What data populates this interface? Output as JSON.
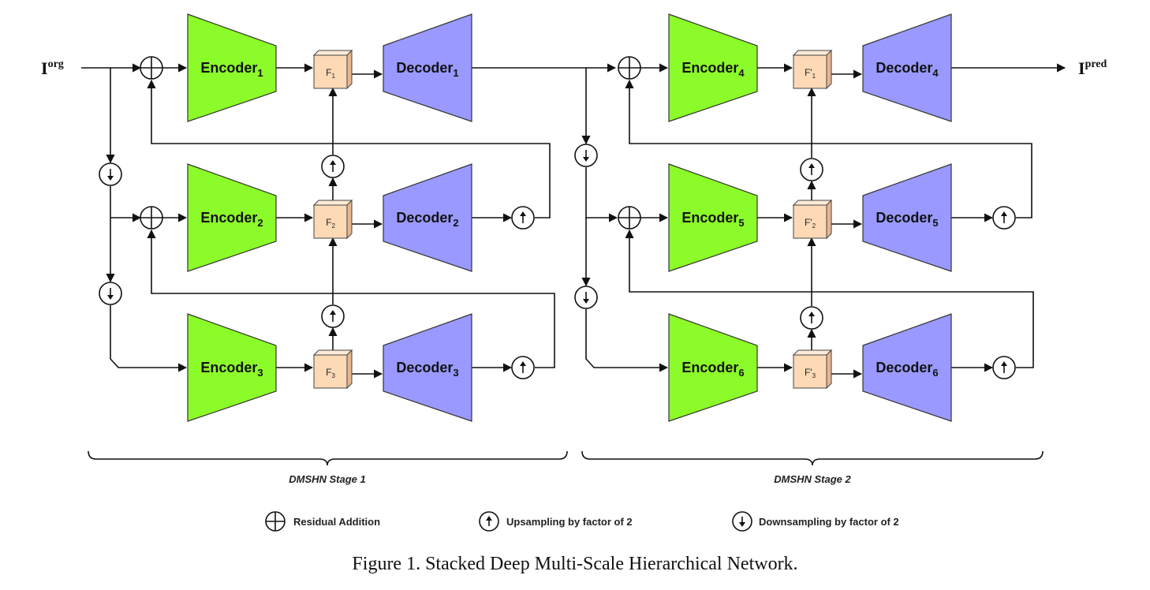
{
  "colors": {
    "encoder_fill": "#8cfb2a",
    "decoder_fill": "#9999ff",
    "feature_front": "#fdd9b6",
    "feature_top": "#feebd7",
    "feature_side": "#e5b891",
    "line": "#111111"
  },
  "io": {
    "input_base": "I",
    "input_sup": "org",
    "output_base": "I",
    "output_sup": "pred"
  },
  "stage1": {
    "encoders": [
      {
        "label": "Encoder",
        "sub": "1"
      },
      {
        "label": "Encoder",
        "sub": "2"
      },
      {
        "label": "Encoder",
        "sub": "3"
      }
    ],
    "decoders": [
      {
        "label": "Decoder",
        "sub": "1"
      },
      {
        "label": "Decoder",
        "sub": "2"
      },
      {
        "label": "Decoder",
        "sub": "3"
      }
    ],
    "features": [
      {
        "label": "F",
        "sub": "1"
      },
      {
        "label": "F",
        "sub": "2"
      },
      {
        "label": "F",
        "sub": "3"
      }
    ],
    "stage_label": "DMSHN Stage 1"
  },
  "stage2": {
    "encoders": [
      {
        "label": "Encoder",
        "sub": "4"
      },
      {
        "label": "Encoder",
        "sub": "5"
      },
      {
        "label": "Encoder",
        "sub": "6"
      }
    ],
    "decoders": [
      {
        "label": "Decoder",
        "sub": "4"
      },
      {
        "label": "Decoder",
        "sub": "5"
      },
      {
        "label": "Decoder",
        "sub": "6"
      }
    ],
    "features": [
      {
        "label": "F'",
        "sub": "1"
      },
      {
        "label": "F'",
        "sub": "2"
      },
      {
        "label": "F'",
        "sub": "3"
      }
    ],
    "stage_label": "DMSHN Stage 2"
  },
  "legend": {
    "residual": "Residual Addition",
    "upsample": "Upsampling by factor of 2",
    "downsample": "Downsampling by factor of 2"
  },
  "caption": "Figure 1. Stacked Deep Multi-Scale Hierarchical Network."
}
